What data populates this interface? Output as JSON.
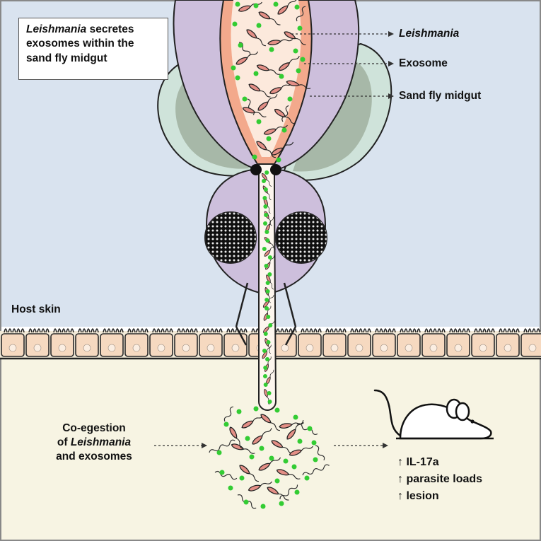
{
  "callout": {
    "species": "Leishmania",
    "line1_rest": " secretes",
    "line2": "exosomes within the",
    "line3": "sand fly midgut"
  },
  "labels": {
    "leishmania": "Leishmania",
    "exosome": "Exosome",
    "midgut": "Sand fly midgut",
    "host_skin": "Host skin"
  },
  "coegestion": {
    "line1": "Co-egestion",
    "line2_pre": "of ",
    "line2_species": "Leishmania",
    "line3": "and exosomes"
  },
  "outcomes": [
    "↑ IL-17a",
    "↑ parasite loads",
    "↑ lesion"
  ],
  "colors": {
    "sky": "#d9e3ef",
    "dermis": "#f7f4e3",
    "cell": "#f6d9c0",
    "fly_body": "#cdbfdc",
    "wing": "#cfe3da",
    "wing_inner": "#a7b8a8",
    "midgut_outer": "#f3a98c",
    "midgut_inner": "#fce9dc",
    "parasite": "#e48f86",
    "exosome": "#33cc33"
  },
  "icons": [
    "mouse-icon",
    "compound-eye-icon",
    "parasite-icon",
    "exosome-icon",
    "arrow-icon"
  ]
}
